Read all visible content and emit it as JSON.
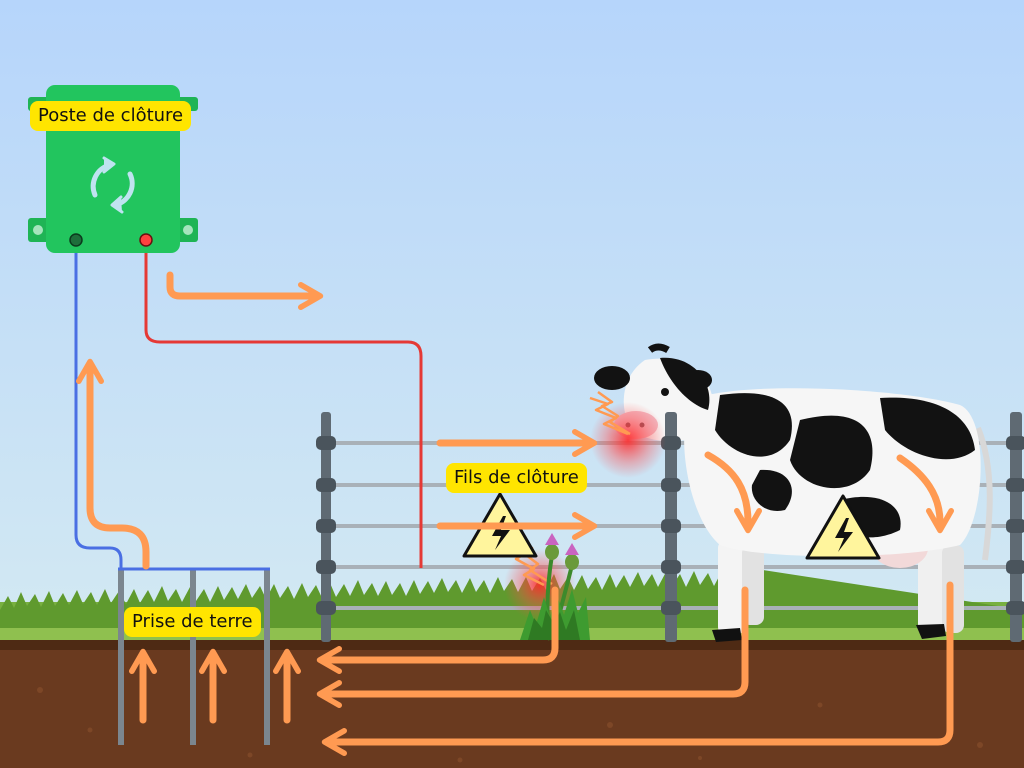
{
  "labels": {
    "energizer": "Poste de clôture",
    "fence_wires": "Fils de clôture",
    "ground": "Prise de terre"
  },
  "icons": {
    "energizer_symbol": "refresh-cycle-icon",
    "warning_sign": "high-voltage-warning-icon"
  },
  "colors": {
    "sky_top": "#b7d8fb",
    "sky_bottom": "#cfe6f3",
    "grass": "#7cb342",
    "soil": "#6b3a1e",
    "energizer_box": "#22c55e",
    "label_bg": "#ffe500",
    "ground_wire": "#4a6fe3",
    "live_wire": "#e53935",
    "current_arrow": "#ff9a52",
    "fence_wire": "#a9b1b8",
    "post": "#5f6a73",
    "warning_yellow": "#fff59d"
  }
}
